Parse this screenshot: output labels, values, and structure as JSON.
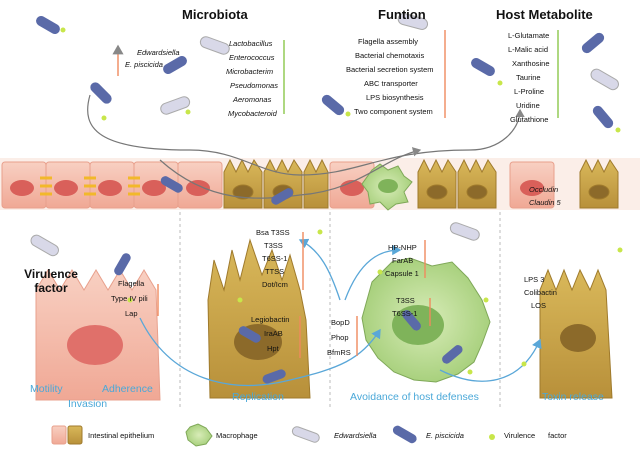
{
  "headers": {
    "microbiota": "Microbiota",
    "function": "Funtion",
    "host_metabolite": "Host Metabolite"
  },
  "increased_taxa": [
    "Edwardsiella",
    "E. piscicida"
  ],
  "decreased_taxa": [
    "Lactobacillus",
    "Enterococcus",
    "Microbacterim",
    "Pseudomonas",
    "Aeromonas",
    "Mycobacteroid"
  ],
  "functions": [
    "Flagella assembly",
    "Bacterial chemotaxis",
    "Bacterial secretion system",
    "ABC transporter",
    "LPS biosynthesis",
    "Two component system"
  ],
  "metabolites": [
    "L-Glutamate",
    "L-Malic acid",
    "Xanthosine",
    "Taurine",
    "L-Proline",
    "Uridine",
    "Glutathione"
  ],
  "junction_proteins": [
    "Occludin",
    "Claudin 5"
  ],
  "virulence_factor": {
    "title": "Virulence factor",
    "items": [
      "Flagella",
      "Type IV pili",
      "Lap"
    ]
  },
  "replication_factors": {
    "secretion": [
      "Bsa T3SS",
      "T3SS",
      "T6SS-1",
      "TTSS",
      "Dot/Icm"
    ],
    "iron": [
      "Legiobactin",
      "IraAB",
      "Hpt"
    ]
  },
  "regulators": [
    "BopD",
    "Phop",
    "BfmRS"
  ],
  "defense_factors": [
    "HP-NHP",
    "FarAB",
    "Capsule 1"
  ],
  "macrophage_secretion": [
    "T3SS",
    "T6SS-1"
  ],
  "toxins": [
    "LPS 3",
    "Colibactin",
    "LOS"
  ],
  "stages": {
    "motility": "Motility",
    "adherence": "Adherence",
    "invasion": "Invasion",
    "replication": "Replication",
    "avoidance": "Avoidance of host defenses",
    "toxin": "Toxin release"
  },
  "legend": {
    "epithelium": "Intestinal epithelium",
    "macrophage": "Macrophage",
    "edwardsiella": "Edwardsiella",
    "piscicida": "E. piscicida",
    "virulence": "Virulence",
    "factor": "factor"
  },
  "colors": {
    "arrow_up": "#f08a5d",
    "arrow_down": "#8cc84b",
    "stage_text": "#4aa8d8",
    "bacterium": "#5a6aa8",
    "epithelium_pink": "#f4b9a6",
    "epithelium_gold": "#c9a84a",
    "macrophage": "#a8cf7a",
    "dots": "#c8e64a"
  }
}
